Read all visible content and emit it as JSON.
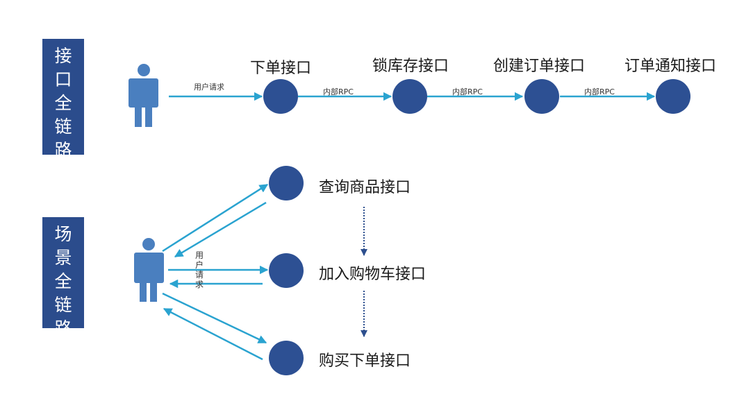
{
  "sections": {
    "interface_chain": {
      "label": "接\n口\n全\n链\n路"
    },
    "scenario_chain": {
      "label": "场\n景\n全\n链\n路"
    }
  },
  "top_chain": {
    "request_label": "用户请求",
    "nodes": [
      "下单接口",
      "锁库存接口",
      "创建订单接口",
      "订单通知接口"
    ],
    "rpc_labels": [
      "内部RPC",
      "内部RPC",
      "内部RPC"
    ]
  },
  "bottom_chain": {
    "request_label": "用户请求",
    "nodes": [
      "查询商品接口",
      "加入购物车接口",
      "购买下单接口"
    ]
  },
  "colors": {
    "node_fill": "#2d5093",
    "arrow": "#2aa3d0",
    "person": "#4a7fbf",
    "label_bg": "#2b4c8c",
    "dotted_arrow": "#2d4f8e"
  }
}
